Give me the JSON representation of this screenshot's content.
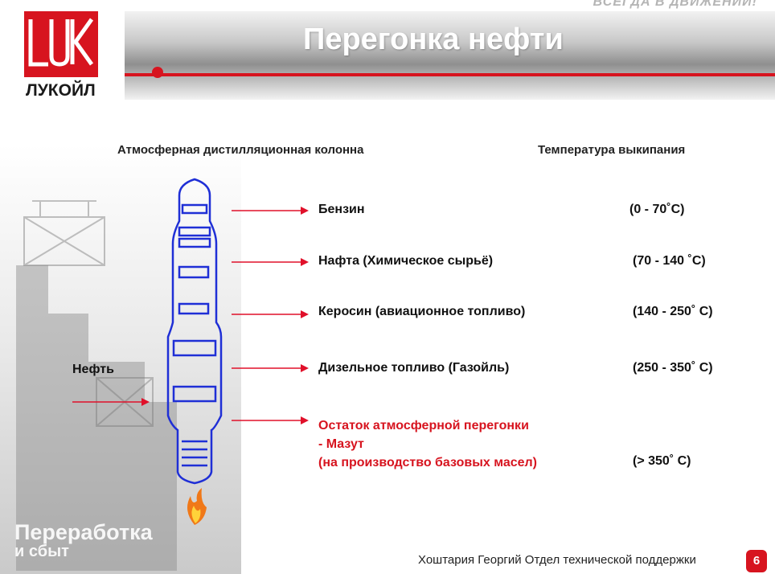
{
  "header": {
    "slogan": "ВСЕГДА В ДВИЖЕНИИ!",
    "title": "Перегонка нефти"
  },
  "logo": {
    "mark": "LUK",
    "name": "ЛУКОЙЛ"
  },
  "diagram": {
    "column_heading": "Атмосферная дистилляционная колонна",
    "temperature_heading": "Температура выкипания",
    "feed_label": "Нефть",
    "fractions": [
      {
        "name": "Бензин",
        "temperature": "(0 - 70˚С)"
      },
      {
        "name": "Нафта (Химическое сырьё)",
        "temperature": "(70 - 140 ˚С)"
      },
      {
        "name": "Керосин (авиационное топливо)",
        "temperature": "(140 - 250˚ С)"
      },
      {
        "name": "Дизельное топливо (Газойль)",
        "temperature": "(250 - 350˚ С)"
      },
      {
        "name_lines": [
          "Остаток атмосферной перегонки",
          "- Мазут",
          "(на производство базовых масел)"
        ],
        "temperature": "(> 350˚ С)"
      }
    ]
  },
  "footer": {
    "brand_line1": "Переработка",
    "brand_line2": "и сбыт",
    "author": "Хоштария Георгий Отдел технической поддержки",
    "page": "6"
  },
  "colors": {
    "brand_red": "#d7141f",
    "column_blue": "#1f2fd6",
    "arrow_red": "#e0102a"
  }
}
